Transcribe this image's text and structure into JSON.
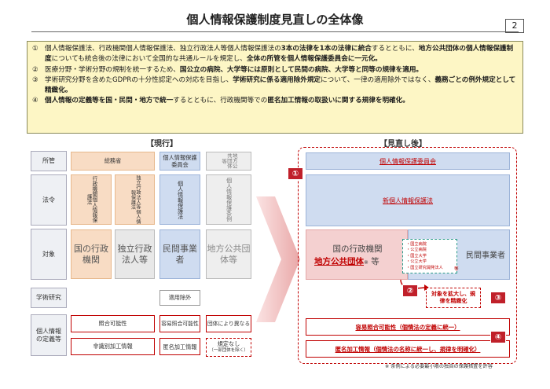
{
  "page": {
    "title": "個人情報保護制度見直しの全体像",
    "number": "2"
  },
  "summary": [
    {
      "num": "①",
      "segments": [
        {
          "t": "個人情報保護法、行政機関個人情報保護法、独立行政法人等個人情報保護法の",
          "b": false
        },
        {
          "t": "3本の法律を1本の法律に統合",
          "b": true
        },
        {
          "t": "するとともに、",
          "b": false
        },
        {
          "t": "地方公共団体の個人情報保護制度",
          "b": true
        },
        {
          "t": "についても統合後の法律において全国的な共通ルールを規定し、",
          "b": false
        },
        {
          "t": "全体の所管を個人情報保護委員会に一元化。",
          "b": true
        }
      ]
    },
    {
      "num": "②",
      "segments": [
        {
          "t": "医療分野・学術分野の規制を統一するため、",
          "b": false
        },
        {
          "t": "国公立の病院、大学等には原則として民間の病院、大学等と同等の規律を適用。",
          "b": true
        }
      ]
    },
    {
      "num": "③",
      "segments": [
        {
          "t": "学術研究分野を含めたGDPRの十分性認定への対応を目指し、",
          "b": false
        },
        {
          "t": "学術研究に係る適用除外規定",
          "b": true
        },
        {
          "t": "について、一律の適用除外ではなく、",
          "b": false
        },
        {
          "t": "義務ごとの例外規定として精緻化。",
          "b": true
        }
      ]
    },
    {
      "num": "④",
      "segments": [
        {
          "t": "個人情報の定義等を国・民間・地方で統一",
          "b": true
        },
        {
          "t": "するとともに、行政機関等での",
          "b": false
        },
        {
          "t": "匿名加工情報の取扱いに関する規律を明確化。",
          "b": true
        }
      ]
    }
  ],
  "current": {
    "header": "【現行】",
    "rows": {
      "shokan": "所管",
      "horei": "法令",
      "taisho": "対象",
      "gakujutsu": "学術研究",
      "teigi": "個人情報の定義等"
    },
    "somusho": "総務省",
    "ppc": "個人情報保護委員会",
    "chiho": "地方公共団体等",
    "law_gyosei": "行政機関個人情報保護法",
    "law_dokuritsu": "独立行政法人等個人情報保護法",
    "law_kojin": "個人情報保護法",
    "law_jorei": "個人情報保護条例",
    "target_gyosei": "国の行政機関",
    "target_dokuritsu": "独立行政法人等",
    "target_minkan": "民間事業者",
    "target_chiho": "地方公共団体等",
    "tekiyo_jogai": "適用除外",
    "shogo": "照合可能性",
    "yoi_shogo": "容易照合可能性",
    "dantai": "団体により異なる",
    "hishikibetsu": "非識別加工情報",
    "tokumei": "匿名加工情報",
    "kitei_nashi": "規定なし",
    "kitei_nashi_note": "（一部団体を除く）"
  },
  "after": {
    "header": "【見直し後】",
    "ppc": "個人情報保護委員会",
    "new_law": "新個人情報保護法",
    "target_gyosei": "国の行政機関",
    "target_chiho": "地方公共団体",
    "target_mark": "※",
    "target_to": "等",
    "list": [
      "・国立病院",
      "・公立病院",
      "・国立大学",
      "・公立大学",
      "・国立研究開発法人"
    ],
    "list_to": "等",
    "target_minkan": "民間事業者",
    "expand": "対象を拡大し、規律を精緻化",
    "yoi_shogo": "容易照合可能性（個情法の定義に統一）",
    "tokumei": "匿名加工情報（個情法の名称に統一し、規律を明確化）",
    "footnote": "※ 条例による必要最小限の独自の保護措置を許容",
    "badges": [
      "①",
      "②",
      "③",
      "④"
    ]
  }
}
